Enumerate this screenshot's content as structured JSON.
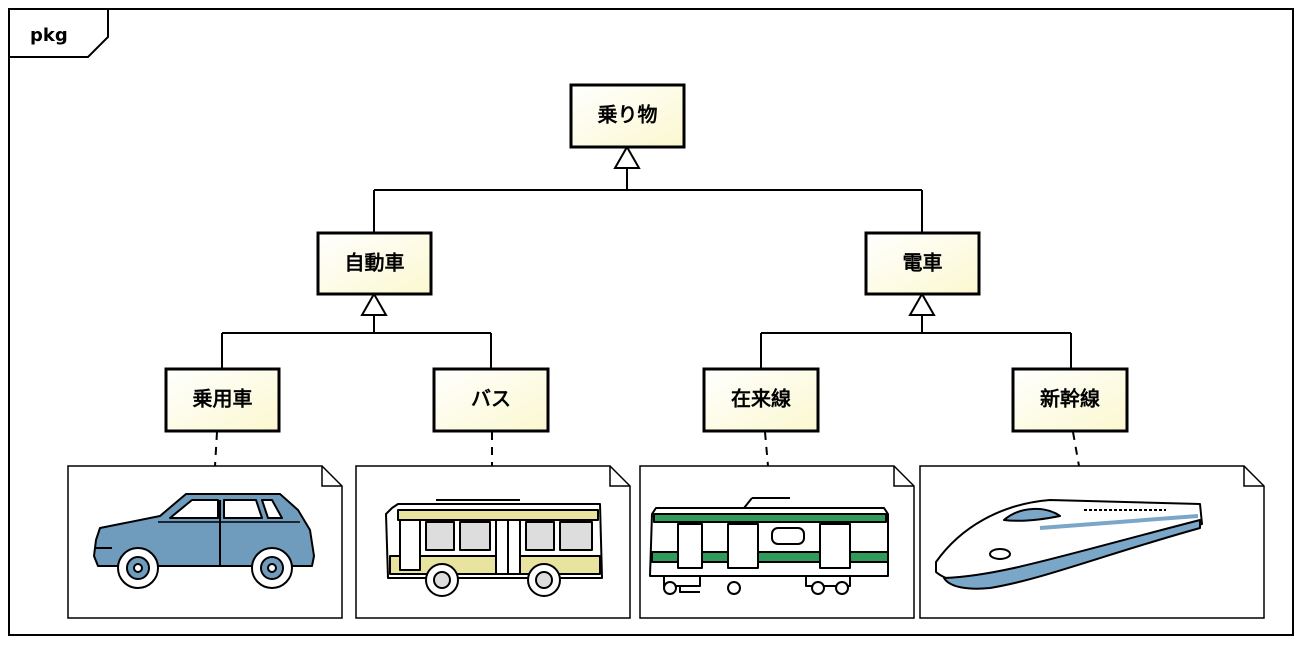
{
  "diagram": {
    "frame_label": "pkg",
    "classes": {
      "vehicle": "乗り物",
      "automobile": "自動車",
      "train": "電車",
      "passenger_car": "乗用車",
      "bus": "バス",
      "conventional_line": "在来線",
      "shinkansen": "新幹線"
    },
    "colors": {
      "class_fill_top": "#ffffff",
      "class_fill_bottom": "#fbf8cf",
      "car_body": "#6f9bbd",
      "bus_yellow": "#e9e3a0",
      "train_green": "#2f9a5a",
      "shinkansen_blue": "#7aa6c8"
    }
  }
}
